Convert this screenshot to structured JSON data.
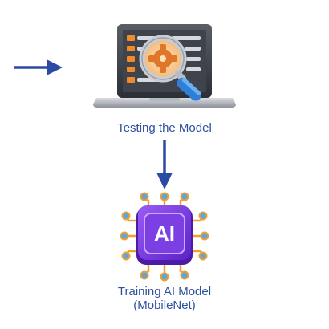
{
  "nodes": {
    "testing": {
      "label": "Testing the Model",
      "icon": "laptop-magnifier-icon"
    },
    "training": {
      "label_line1": "Training AI Model",
      "label_line2": "(MobileNet)",
      "icon": "ai-chip-icon",
      "chip_text": "AI"
    }
  },
  "colors": {
    "arrow": "#2b4aa3",
    "label": "#2f4f9f",
    "chip": "#7b3fe4",
    "chip_pins": "#5aa6e0",
    "accent_orange": "#f08a2b"
  }
}
